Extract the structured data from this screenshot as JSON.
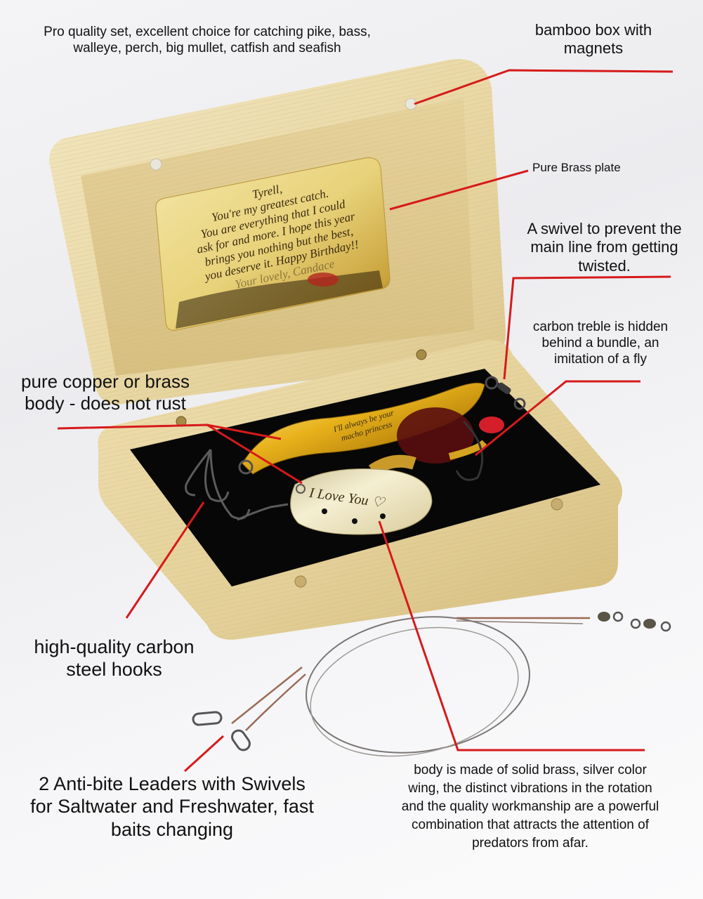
{
  "annotations": {
    "top_left": "Pro quality set, excellent choice for catching pike, bass, walleye, perch, big mullet, catfish and seafish",
    "top_left_lines": [
      "Pro quality set, excellent choice for catching pike, bass,",
      "walleye, perch, big mullet, catfish and seafish"
    ],
    "bamboo_box": [
      "bamboo box with",
      "magnets"
    ],
    "brass_plate": "Pure Brass plate",
    "swivel": [
      "A swivel to prevent the",
      "main line from getting",
      "twisted."
    ],
    "treble": [
      "carbon treble is hidden",
      "behind a bundle, an",
      "imitation of a fly"
    ],
    "copper_body": [
      "pure copper or brass",
      "body - does not rust"
    ],
    "hooks": [
      "high-quality carbon",
      "steel hooks"
    ],
    "leaders": [
      "2 Anti-bite Leaders with Swivels",
      "for Saltwater and Freshwater, fast",
      "baits changing"
    ],
    "spinner_body": [
      "body is made of solid brass, silver color",
      "wing, the distinct vibrations in the rotation",
      "and the quality workmanship are a powerful",
      "combination that attracts the attention of",
      "predators from afar."
    ]
  },
  "plate_engraving": {
    "lines": [
      "Tyrell,",
      "You're my greatest catch.",
      "You are everything that I could",
      "ask for and more. I hope this year",
      "brings you nothing but the best,",
      "you deserve it. Happy Birthday!!",
      "Your lovely, Candace"
    ]
  },
  "lure_engravings": {
    "spoon": [
      "I'll always be your",
      "macho princess"
    ],
    "spinner": "I Love You ♡"
  },
  "colors": {
    "callout_line": "#d61a1a",
    "bamboo_light": "#efe2b8",
    "bamboo_mid": "#e2cf98",
    "bamboo_dark": "#c9ad6a",
    "velvet": "#0a0a0a",
    "brass": "#e8b422",
    "silver_spinner": "#e9dfb8"
  }
}
